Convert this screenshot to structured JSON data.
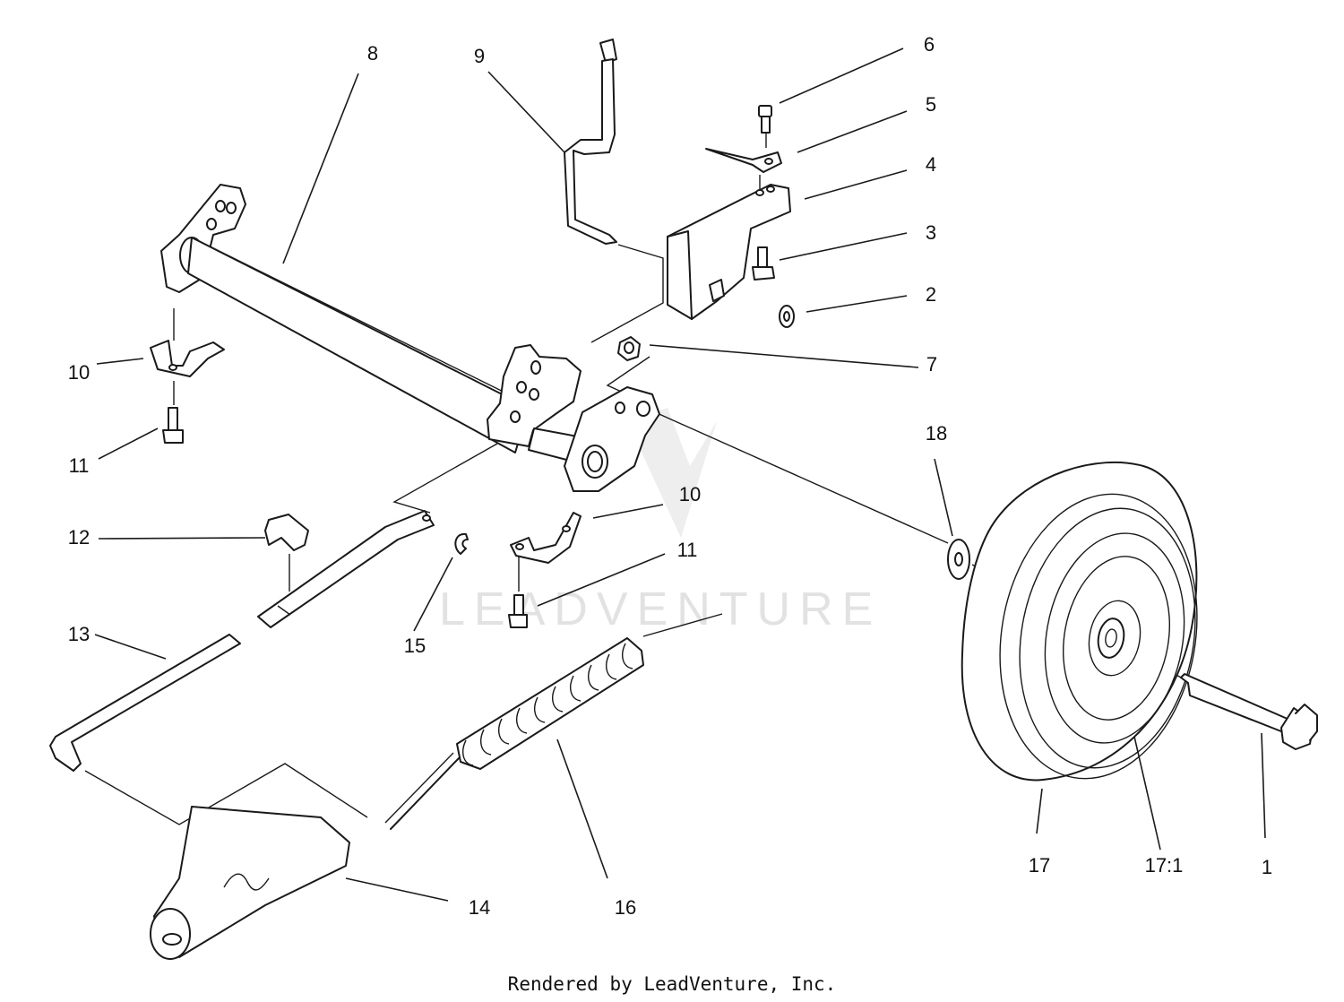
{
  "diagram": {
    "watermark": "LEADVENTURE",
    "footer": "Rendered by LeadVenture, Inc.",
    "callouts": {
      "c1": "1",
      "c2": "2",
      "c3": "3",
      "c4": "4",
      "c5": "5",
      "c6": "6",
      "c7": "7",
      "c8": "8",
      "c9": "9",
      "c10a": "10",
      "c10b": "10",
      "c11a": "11",
      "c11b": "11",
      "c12": "12",
      "c13": "13",
      "c14": "14",
      "c15": "15",
      "c16": "16",
      "c17": "17",
      "c17_1": "17:1",
      "c18": "18"
    }
  }
}
